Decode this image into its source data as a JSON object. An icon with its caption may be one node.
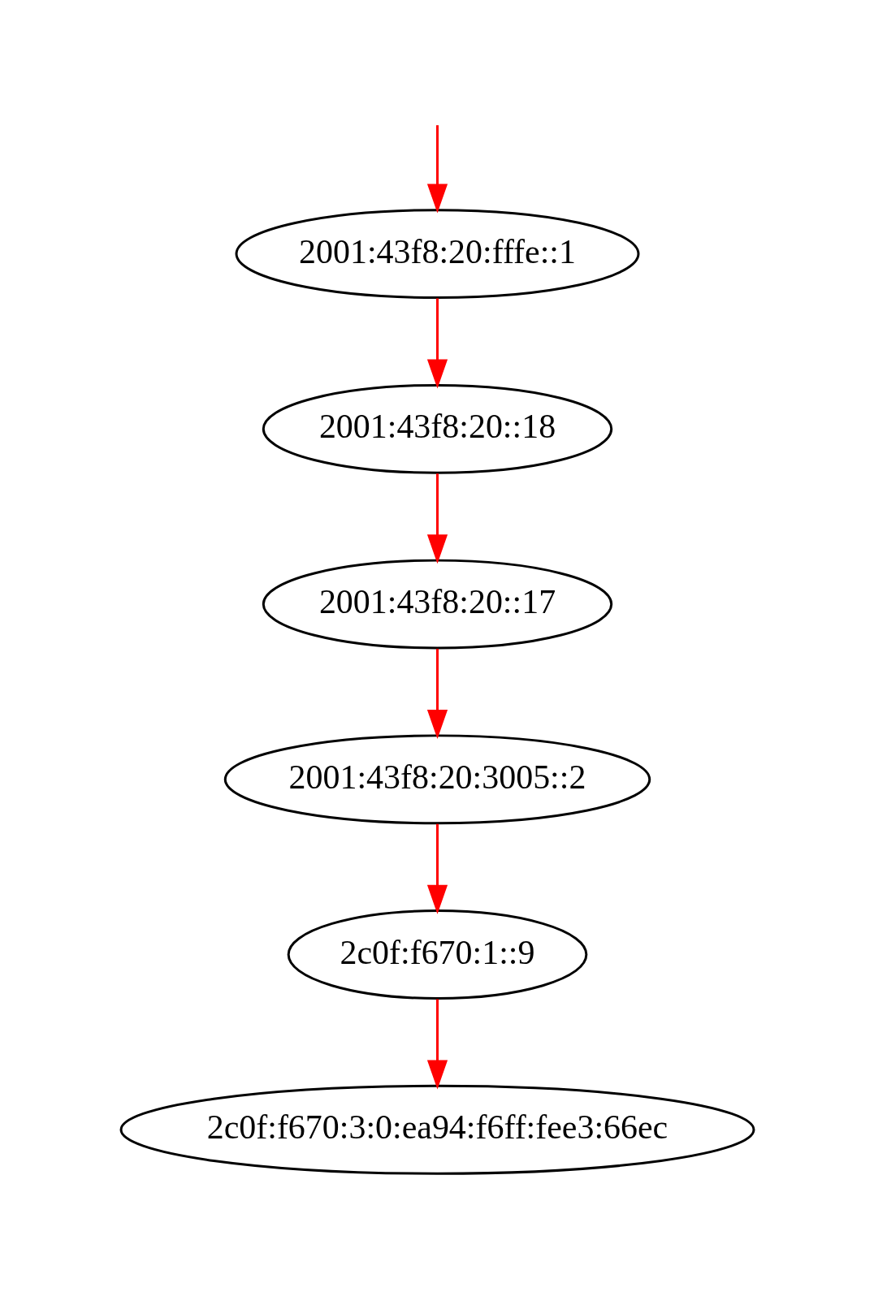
{
  "diagram": {
    "nodes": [
      {
        "text": [
          "2001:43f8:20:fffe::1"
        ]
      },
      {
        "text": [
          "2001:43f8:20::18"
        ]
      },
      {
        "text": [
          "2001:43f8:20::17"
        ]
      },
      {
        "text": [
          "2001:43f8:20:3005::2"
        ]
      },
      {
        "text": [
          "2c0f:f670:1::9"
        ]
      },
      {
        "text": [
          "2c0f:f670:3:0:ea94:f6ff:fee3:66ec"
        ]
      }
    ],
    "edges": [
      {
        "from": null,
        "to": 0,
        "arrow": "to"
      },
      {
        "from": 0,
        "to": 1,
        "arrow": "to"
      },
      {
        "from": 1,
        "to": 2,
        "arrow": "to"
      },
      {
        "from": 2,
        "to": 3,
        "arrow": "to"
      },
      {
        "from": 3,
        "to": 4,
        "arrow": "to"
      },
      {
        "from": 4,
        "to": 5,
        "arrow": "to"
      }
    ]
  }
}
